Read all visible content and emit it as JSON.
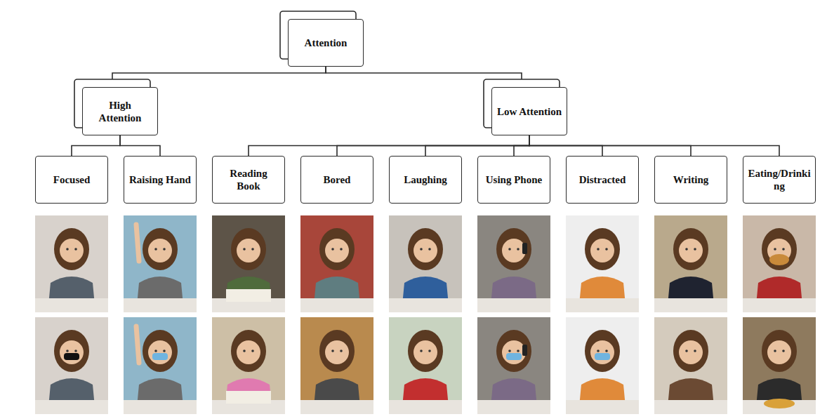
{
  "diagram": {
    "nodes": [
      {
        "text": [
          "Attention"
        ]
      },
      {
        "text": [
          "High Attention"
        ]
      },
      {
        "text": [
          "Low Attention"
        ]
      },
      {
        "text": [
          "Focused"
        ]
      },
      {
        "text": [
          "Raising Hand"
        ]
      },
      {
        "text": [
          "Reading Book"
        ]
      },
      {
        "text": [
          "Bored"
        ]
      },
      {
        "text": [
          "Laughing"
        ]
      },
      {
        "text": [
          "Using Phone"
        ]
      },
      {
        "text": [
          "Distracted"
        ]
      },
      {
        "text": [
          "Writing"
        ]
      },
      {
        "text": [
          "Eating/Drinking"
        ]
      }
    ],
    "edges": [
      {
        "from": 0,
        "to": 1,
        "arrow": "none"
      },
      {
        "from": 0,
        "to": 2,
        "arrow": "none"
      },
      {
        "from": 1,
        "to": 3,
        "arrow": "none"
      },
      {
        "from": 1,
        "to": 4,
        "arrow": "none"
      },
      {
        "from": 2,
        "to": 5,
        "arrow": "none"
      },
      {
        "from": 2,
        "to": 6,
        "arrow": "none"
      },
      {
        "from": 2,
        "to": 7,
        "arrow": "none"
      },
      {
        "from": 2,
        "to": 8,
        "arrow": "none"
      },
      {
        "from": 2,
        "to": 9,
        "arrow": "none"
      },
      {
        "from": 2,
        "to": 10,
        "arrow": "none"
      },
      {
        "from": 2,
        "to": 11,
        "arrow": "none"
      }
    ]
  }
}
